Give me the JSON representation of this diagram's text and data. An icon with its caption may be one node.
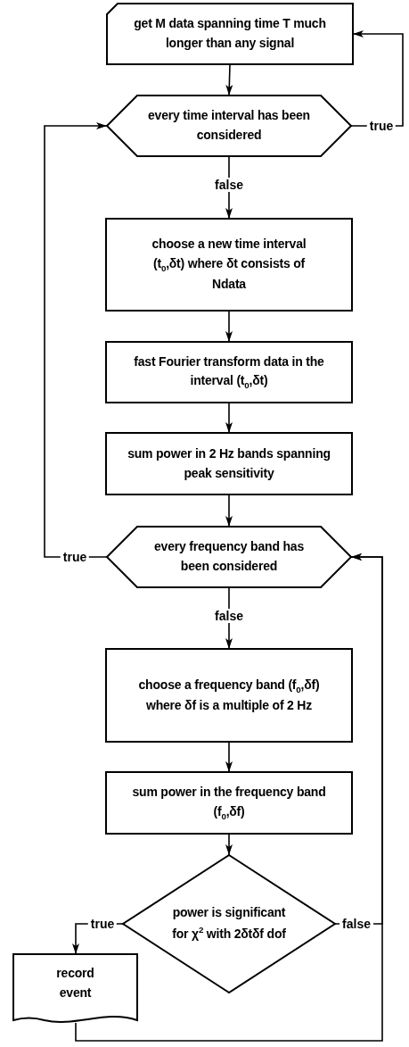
{
  "diagram": {
    "nodes": [
      {
        "text": [
          "get M data spanning time T much longer than any signal"
        ]
      },
      {
        "text": [
          "every time interval has been considered"
        ]
      },
      {
        "text": [
          "choose a new time interval (t$_{0}$,δt) where δt consists of Ndata"
        ]
      },
      {
        "text": [
          "fast Fourier transform data in the interval (t$_{0}$,δt)"
        ]
      },
      {
        "text": [
          "sum power in 2 Hz bands spanning peak sensitivity"
        ]
      },
      {
        "text": [
          "every frequency band has been considered"
        ]
      },
      {
        "text": [
          "choose a frequency band (f$_{0}$,δf) where δf is a multiple of 2 Hz"
        ]
      },
      {
        "text": [
          "sum power in the frequency band (f$_{0}$,δf)"
        ]
      },
      {
        "text": [
          "power is significant for χ$^{2}$ with 2δtδf dof"
        ]
      },
      {
        "text": [
          "record event"
        ]
      }
    ],
    "edges": [
      {
        "from": 0,
        "to": 1,
        "arrow": "to"
      },
      {
        "from": 1,
        "to": 2,
        "arrow": "to",
        "label": "false"
      },
      {
        "from": 1,
        "to": 0,
        "arrow": "to",
        "label": "true"
      },
      {
        "from": 2,
        "to": 3,
        "arrow": "to"
      },
      {
        "from": 3,
        "to": 4,
        "arrow": "to"
      },
      {
        "from": 4,
        "to": 5,
        "arrow": "to"
      },
      {
        "from": 5,
        "to": 1,
        "arrow": "to",
        "label": "true"
      },
      {
        "from": 5,
        "to": 6,
        "arrow": "to",
        "label": "false"
      },
      {
        "from": 6,
        "to": 7,
        "arrow": "to"
      },
      {
        "from": 7,
        "to": 8,
        "arrow": "to"
      },
      {
        "from": 8,
        "to": 9,
        "arrow": "to",
        "label": "true"
      },
      {
        "from": 8,
        "to": 5,
        "arrow": "to",
        "label": "false"
      },
      {
        "from": 9,
        "to": 5,
        "arrow": "to"
      }
    ]
  }
}
